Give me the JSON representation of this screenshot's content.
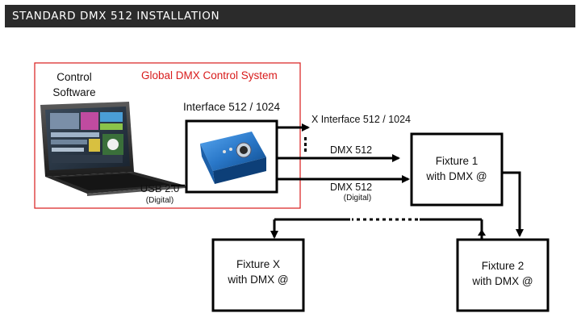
{
  "header": {
    "title": "STANDARD DMX 512 INSTALLATION"
  },
  "diagram": {
    "system_label": "Global DMX Control System",
    "control_software": {
      "line1": "Control",
      "line2": "Software"
    },
    "interface_label": "Interface 512 / 1024",
    "usb": {
      "label": "USB 2.0",
      "sublabel": "(Digital)"
    },
    "outputs": {
      "x_interface": "X Interface 512 / 1024",
      "dmx1": "DMX 512",
      "dmx2": "DMX 512",
      "dmx2_sub": "(Digital)"
    },
    "fixtures": {
      "f1": {
        "line1": "Fixture 1",
        "line2": "with DMX @"
      },
      "f2": {
        "line1": "Fixture 2",
        "line2": "with DMX @"
      },
      "fx": {
        "line1": "Fixture X",
        "line2": "with DMX @"
      }
    },
    "colors": {
      "accent_red": "#d81b1b",
      "interface_blue": "#2a78c9",
      "header_bg": "#2b2b2b"
    }
  }
}
